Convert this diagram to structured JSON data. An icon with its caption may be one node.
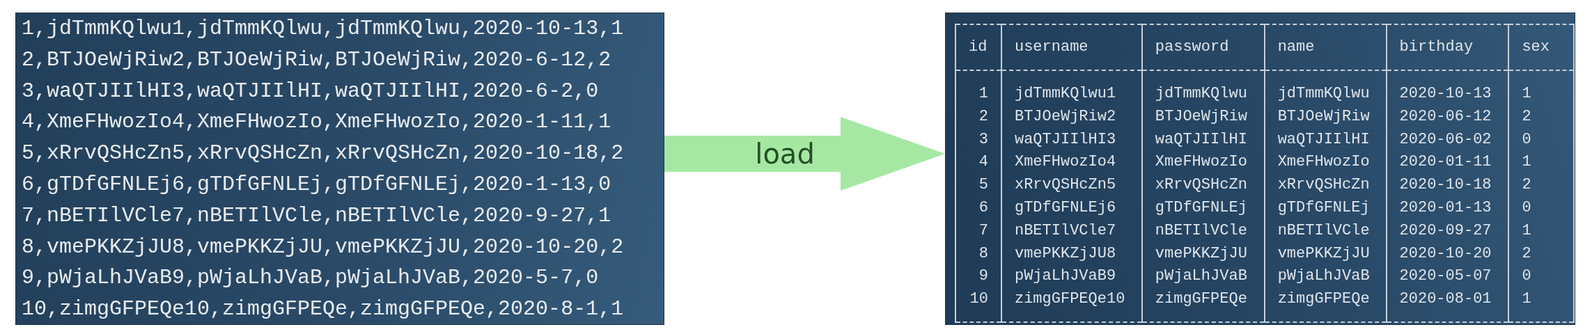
{
  "diagram": {
    "nodes": [
      {
        "text": [
          "1,jdTmmKQlwu1,jdTmmKQlwu,jdTmmKQlwu,2020-10-13,1",
          "2,BTJOeWjRiw2,BTJOeWjRiw,BTJOeWjRiw,2020-6-12,2",
          "3,waQTJIIlHI3,waQTJIIlHI,waQTJIIlHI,2020-6-2,0",
          "4,XmeFHwozIo4,XmeFHwozIo,XmeFHwozIo,2020-1-11,1",
          "5,xRrvQSHcZn5,xRrvQSHcZn,xRrvQSHcZn,2020-10-18,2",
          "6,gTDfGFNLEj6,gTDfGFNLEj,gTDfGFNLEj,2020-1-13,0",
          "7,nBETIlVCle7,nBETIlVCle,nBETIlVCle,2020-9-27,1",
          "8,vmePKKZjJU8,vmePKKZjJU,vmePKKZjJU,2020-10-20,2",
          "9,pWjaLhJVaB9,pWjaLhJVaB,pWjaLhJVaB,2020-5-7,0",
          "10,zimgGFPEQe10,zimgGFPEQe,zimgGFPEQe,2020-8-1,1"
        ]
      },
      {
        "text": [
          "id",
          "username",
          "password",
          "name",
          "birthday",
          "sex",
          "1",
          "jdTmmKQlwu1",
          "jdTmmKQlwu",
          "jdTmmKQlwu",
          "2020-10-13",
          "1",
          "2",
          "BTJOeWjRiw2",
          "BTJOeWjRiw",
          "BTJOeWjRiw",
          "2020-06-12",
          "2",
          "3",
          "waQTJIIlHI3",
          "waQTJIIlHI",
          "waQTJIIlHI",
          "2020-06-02",
          "0",
          "4",
          "XmeFHwozIo4",
          "XmeFHwozIo",
          "XmeFHwozIo",
          "2020-01-11",
          "1",
          "5",
          "xRrvQSHcZn5",
          "xRrvQSHcZn",
          "xRrvQSHcZn",
          "2020-10-18",
          "2",
          "6",
          "gTDfGFNLEj6",
          "gTDfGFNLEj",
          "gTDfGFNLEj",
          "2020-01-13",
          "0",
          "7",
          "nBETIlVCle7",
          "nBETIlVCle",
          "nBETIlVCle",
          "2020-09-27",
          "1",
          "8",
          "vmePKKZjJU8",
          "vmePKKZjJU",
          "vmePKKZjJU",
          "2020-10-20",
          "2",
          "9",
          "pWjaLhJVaB9",
          "pWjaLhJVaB",
          "pWjaLhJVaB",
          "2020-05-07",
          "0",
          "10",
          "zimgGFPEQe10",
          "zimgGFPEQe",
          "zimgGFPEQe",
          "2020-08-01",
          "1"
        ]
      }
    ],
    "edges": [
      {
        "from": 0,
        "to": 1,
        "arrow": "to",
        "label": "load"
      }
    ]
  }
}
